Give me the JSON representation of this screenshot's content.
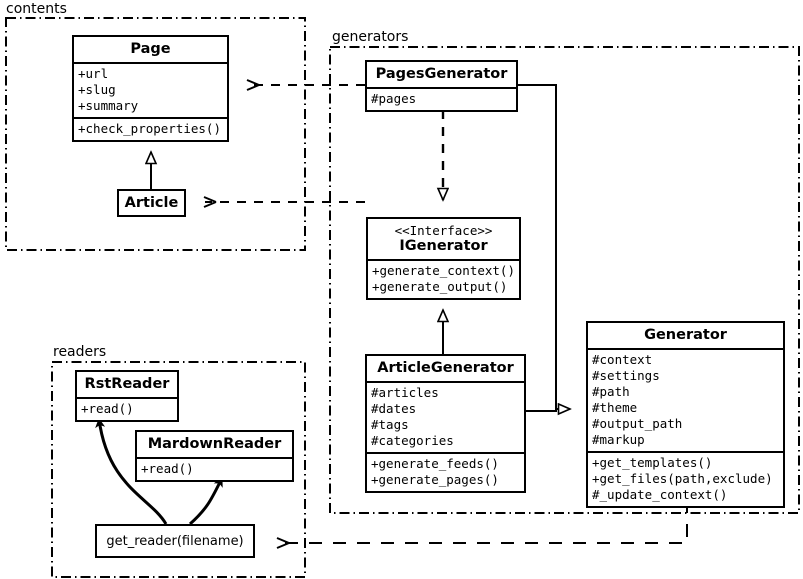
{
  "diagram": {
    "title": "Pelican architecture UML class diagram",
    "background": "#ffffff",
    "line_color": "#000000"
  },
  "packages": [
    {
      "id": "contents",
      "label": "contents"
    },
    {
      "id": "generators",
      "label": "generators"
    },
    {
      "id": "readers",
      "label": "readers"
    }
  ],
  "classes": {
    "page": {
      "name": "Page",
      "stereotype": "",
      "attributes": [
        "+url",
        "+slug",
        "+summary"
      ],
      "operations": [
        "+check_properties()"
      ]
    },
    "article": {
      "name": "Article",
      "stereotype": "",
      "attributes": [],
      "operations": []
    },
    "pages_generator": {
      "name": "PagesGenerator",
      "stereotype": "",
      "attributes": [
        "#pages"
      ],
      "operations": []
    },
    "igenerator": {
      "name": "IGenerator",
      "stereotype": "<<Interface>>",
      "attributes": [],
      "operations": [
        "+generate_context()",
        "+generate_output()"
      ]
    },
    "article_generator": {
      "name": "ArticleGenerator",
      "stereotype": "",
      "attributes": [
        "#articles",
        "#dates",
        "#tags",
        "#categories"
      ],
      "operations": [
        "+generate_feeds()",
        "+generate_pages()"
      ]
    },
    "generator": {
      "name": "Generator",
      "stereotype": "",
      "attributes": [
        "#context",
        "#settings",
        "#path",
        "#theme",
        "#output_path",
        "#markup"
      ],
      "operations": [
        "+get_templates()",
        "+get_files(path,exclude)",
        "#_update_context()"
      ]
    },
    "rst_reader": {
      "name": "RstReader",
      "stereotype": "",
      "attributes": [],
      "operations": [
        "+read()"
      ]
    },
    "mardown_reader": {
      "name": "MardownReader",
      "stereotype": "",
      "attributes": [],
      "operations": [
        "+read()"
      ]
    },
    "get_reader": {
      "name": "get_reader(filename)",
      "stereotype": "",
      "attributes": [],
      "operations": []
    }
  },
  "relationships": [
    {
      "id": "article-inherits-page",
      "type": "generalization",
      "from": "Article",
      "to": "Page"
    },
    {
      "id": "pagesgenerator-realizes-igenerator",
      "type": "realization",
      "from": "PagesGenerator",
      "to": "IGenerator"
    },
    {
      "id": "articlegenerator-realizes-igenerator",
      "type": "realization",
      "from": "ArticleGenerator",
      "to": "IGenerator"
    },
    {
      "id": "pagesgenerator-inherits-generator",
      "type": "generalization",
      "from": "PagesGenerator",
      "to": "Generator"
    },
    {
      "id": "articlegenerator-inherits-generator",
      "type": "generalization",
      "from": "ArticleGenerator",
      "to": "Generator"
    },
    {
      "id": "pagesgenerator-uses-page",
      "type": "dependency",
      "from": "PagesGenerator",
      "to": "Page"
    },
    {
      "id": "articlegenerator-uses-article",
      "type": "dependency",
      "from": "ArticleGenerator",
      "to": "Article"
    },
    {
      "id": "generator-uses-getreader",
      "type": "dependency",
      "from": "Generator",
      "to": "get_reader(filename)"
    },
    {
      "id": "getreader-returns-rstreader",
      "type": "curved-arrow",
      "from": "get_reader(filename)",
      "to": "RstReader"
    },
    {
      "id": "getreader-returns-mardownreader",
      "type": "curved-arrow",
      "from": "get_reader(filename)",
      "to": "MardownReader"
    }
  ]
}
